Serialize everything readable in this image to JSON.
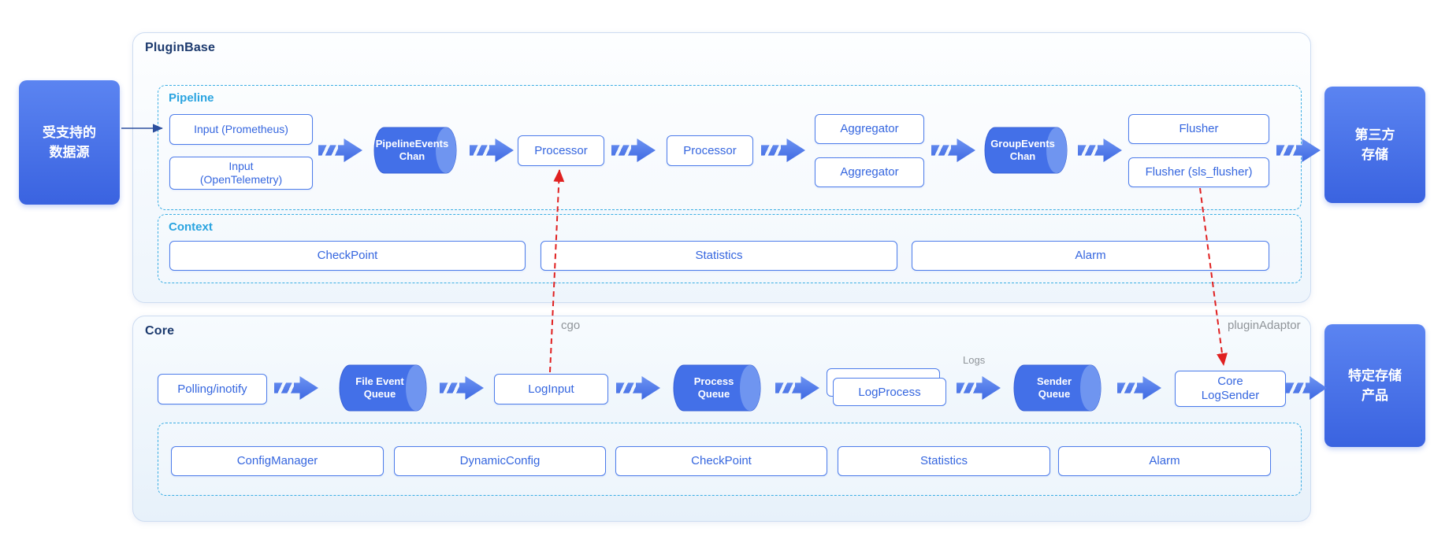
{
  "diagram": {
    "source": {
      "label": "受支持的\n数据源"
    },
    "third_party": {
      "label": "第三方\n存储"
    },
    "specific_storage": {
      "label": "特定存储\n产品"
    },
    "plugin_base": {
      "title": "PluginBase",
      "pipeline": {
        "title": "Pipeline",
        "input_prometheus": "Input (Prometheus)",
        "input_opentelemetry": "Input\n(OpenTelemetry)",
        "pipeline_events_chan": "PipelineEvents\nChan",
        "processor_1": "Processor",
        "processor_2": "Processor",
        "aggregator_1": "Aggregator",
        "aggregator_2": "Aggregator",
        "group_events_chan": "GroupEvents\nChan",
        "flusher": "Flusher",
        "flusher_sls": "Flusher (sls_flusher)"
      },
      "context": {
        "title": "Context",
        "checkpoint": "CheckPoint",
        "statistics": "Statistics",
        "alarm": "Alarm"
      }
    },
    "core": {
      "title": "Core",
      "labels": {
        "cgo": "cgo",
        "plugin_adaptor": "pluginAdaptor",
        "logs": "Logs"
      },
      "flow": {
        "polling_inotify": "Polling/inotify",
        "file_event_queue": "File Event\nQueue",
        "log_input": "LogInput",
        "process_queue": "Process\nQueue",
        "log_process": "LogProcess",
        "sender_queue": "Sender\nQueue",
        "core_log_sender": "Core\nLogSender"
      },
      "services": {
        "config_manager": "ConfigManager",
        "dynamic_config": "DynamicConfig",
        "checkpoint": "CheckPoint",
        "statistics": "Statistics",
        "alarm": "Alarm"
      }
    },
    "colors": {
      "node_blue": "#3A63E0",
      "box_border": "#4D7CEA",
      "box_text": "#3566DF",
      "panel_title": "#1C3A6E",
      "dashed_border": "#3AADE3",
      "dashed_label": "#2AA4E0",
      "red_connector": "#E02020",
      "gray_label": "#8F9499"
    }
  }
}
